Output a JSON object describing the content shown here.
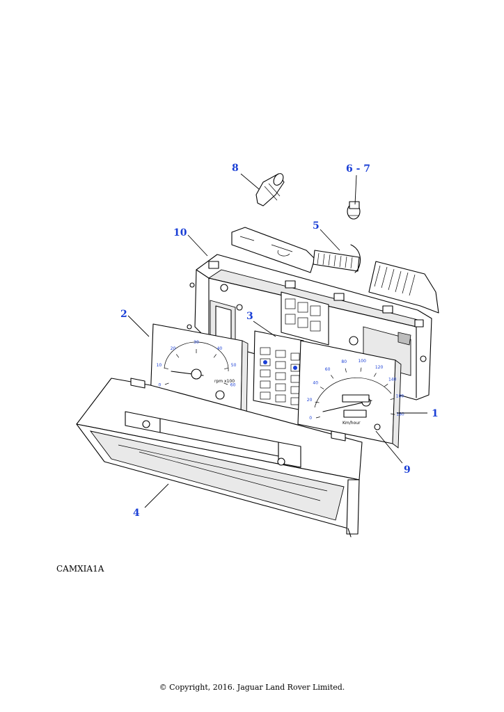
{
  "diagram": {
    "callouts": [
      {
        "id": "8",
        "label": "8"
      },
      {
        "id": "6-7",
        "label": "6 - 7"
      },
      {
        "id": "5",
        "label": "5"
      },
      {
        "id": "10",
        "label": "10"
      },
      {
        "id": "2",
        "label": "2"
      },
      {
        "id": "3",
        "label": "3"
      },
      {
        "id": "1",
        "label": "1"
      },
      {
        "id": "9",
        "label": "9"
      },
      {
        "id": "4",
        "label": "4"
      }
    ],
    "tachometer": {
      "scale": [
        "0",
        "10",
        "20",
        "30",
        "40",
        "50",
        "60"
      ],
      "unit": "rpm x100"
    },
    "speedometer": {
      "scale": [
        "0",
        "20",
        "40",
        "60",
        "80",
        "100",
        "120",
        "140",
        "160",
        "180"
      ],
      "unit": "Km/hour"
    },
    "reference_code": "CAMXIA1A",
    "copyright": "© Copyright, 2016. Jaguar Land Rover Limited."
  },
  "colors": {
    "callout": "#1a3fd6",
    "line": "#000000",
    "background": "#ffffff"
  }
}
